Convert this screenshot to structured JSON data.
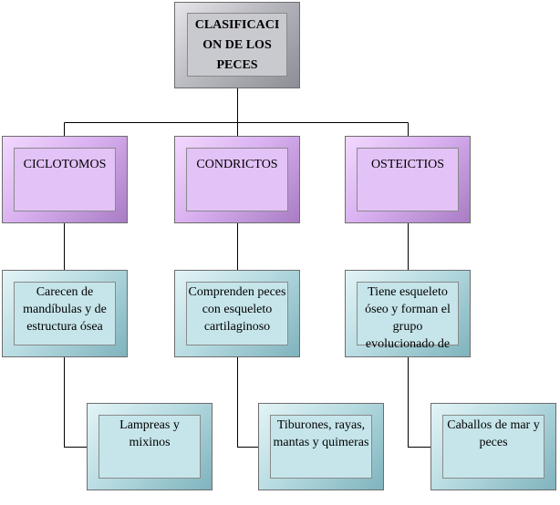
{
  "root": {
    "text": "CLASIFICACI ON DE LOS PECES"
  },
  "categories": [
    {
      "label": "CICLOTOMOS"
    },
    {
      "label": "CONDRICTOS"
    },
    {
      "label": "OSTEICTIOS"
    }
  ],
  "descriptions": [
    {
      "text": "Carecen de mandíbulas y de estructura ósea"
    },
    {
      "text": "Comprenden peces con esqueleto cartilaginoso"
    },
    {
      "text": "Tiene esqueleto óseo y forman el grupo evolucionado de"
    }
  ],
  "examples": [
    {
      "text": "Lampreas y mixinos"
    },
    {
      "text": "Tiburones, rayas, mantas y quimeras"
    },
    {
      "text": "Caballos de mar y peces"
    }
  ],
  "colors": {
    "root_face": "#c9c9d0",
    "category_face": "#e3c2f7",
    "leaf_face": "#c6e5ea",
    "connector": "#000000"
  }
}
